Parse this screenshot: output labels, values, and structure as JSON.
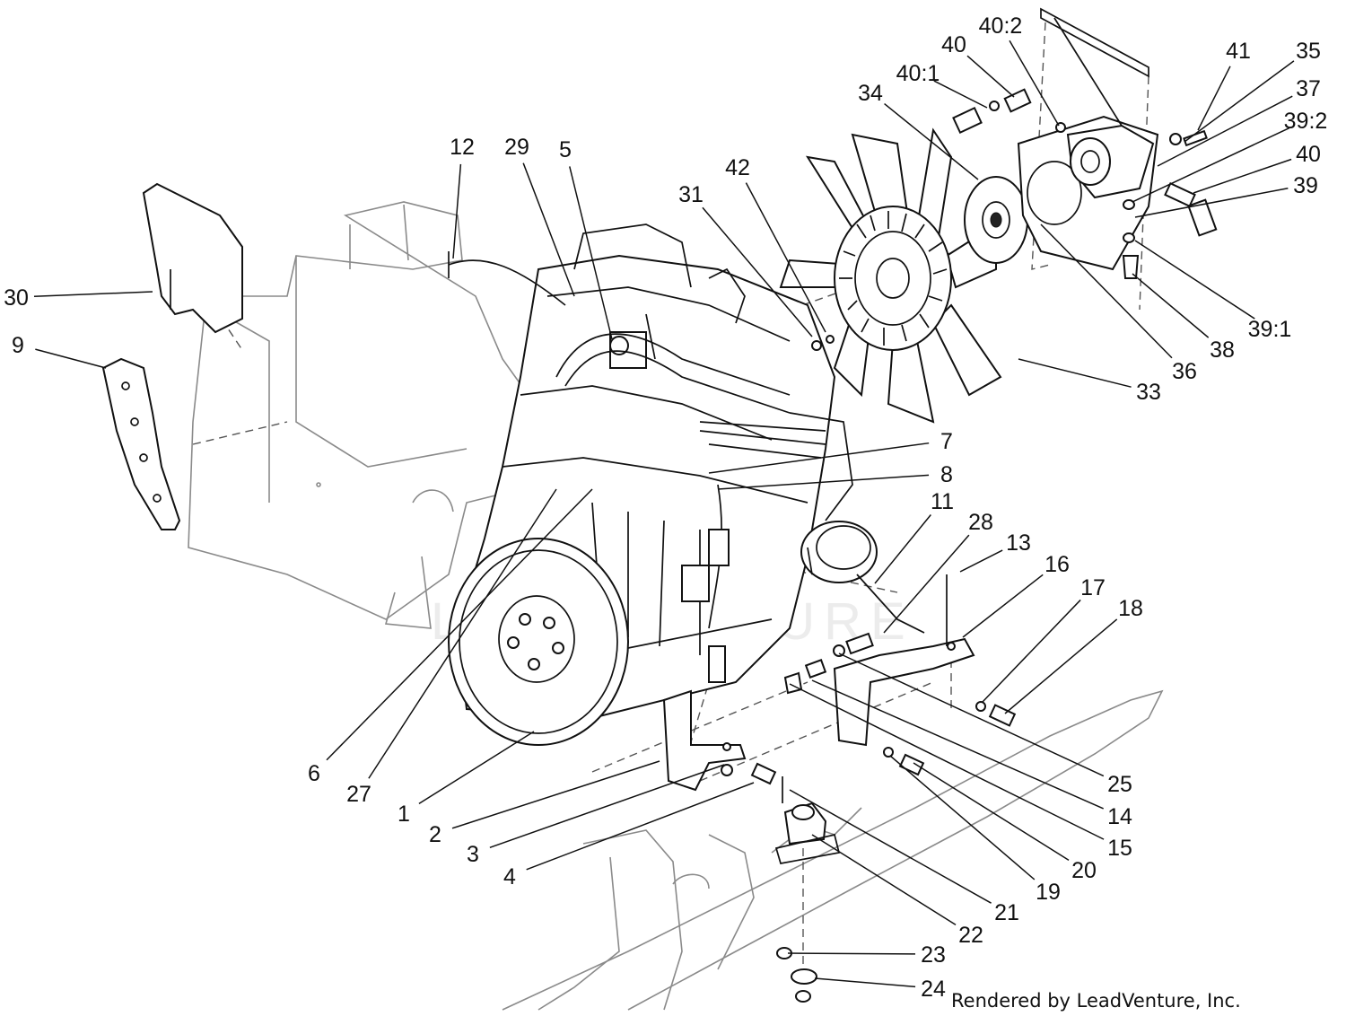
{
  "diagram": {
    "credit": "Rendered by LeadVenture, Inc.",
    "watermark": "LEADVENTURE"
  },
  "callouts": [
    "1",
    "2",
    "3",
    "4",
    "5",
    "6",
    "7",
    "8",
    "9",
    "11",
    "12",
    "13",
    "14",
    "15",
    "16",
    "17",
    "18",
    "19",
    "20",
    "21",
    "22",
    "23",
    "24",
    "25",
    "27",
    "28",
    "29",
    "30",
    "31",
    "33",
    "34",
    "35",
    "36",
    "37",
    "38",
    "39",
    "39:1",
    "39:2",
    "40",
    "40",
    "40:1",
    "40:2",
    "41",
    "42"
  ]
}
